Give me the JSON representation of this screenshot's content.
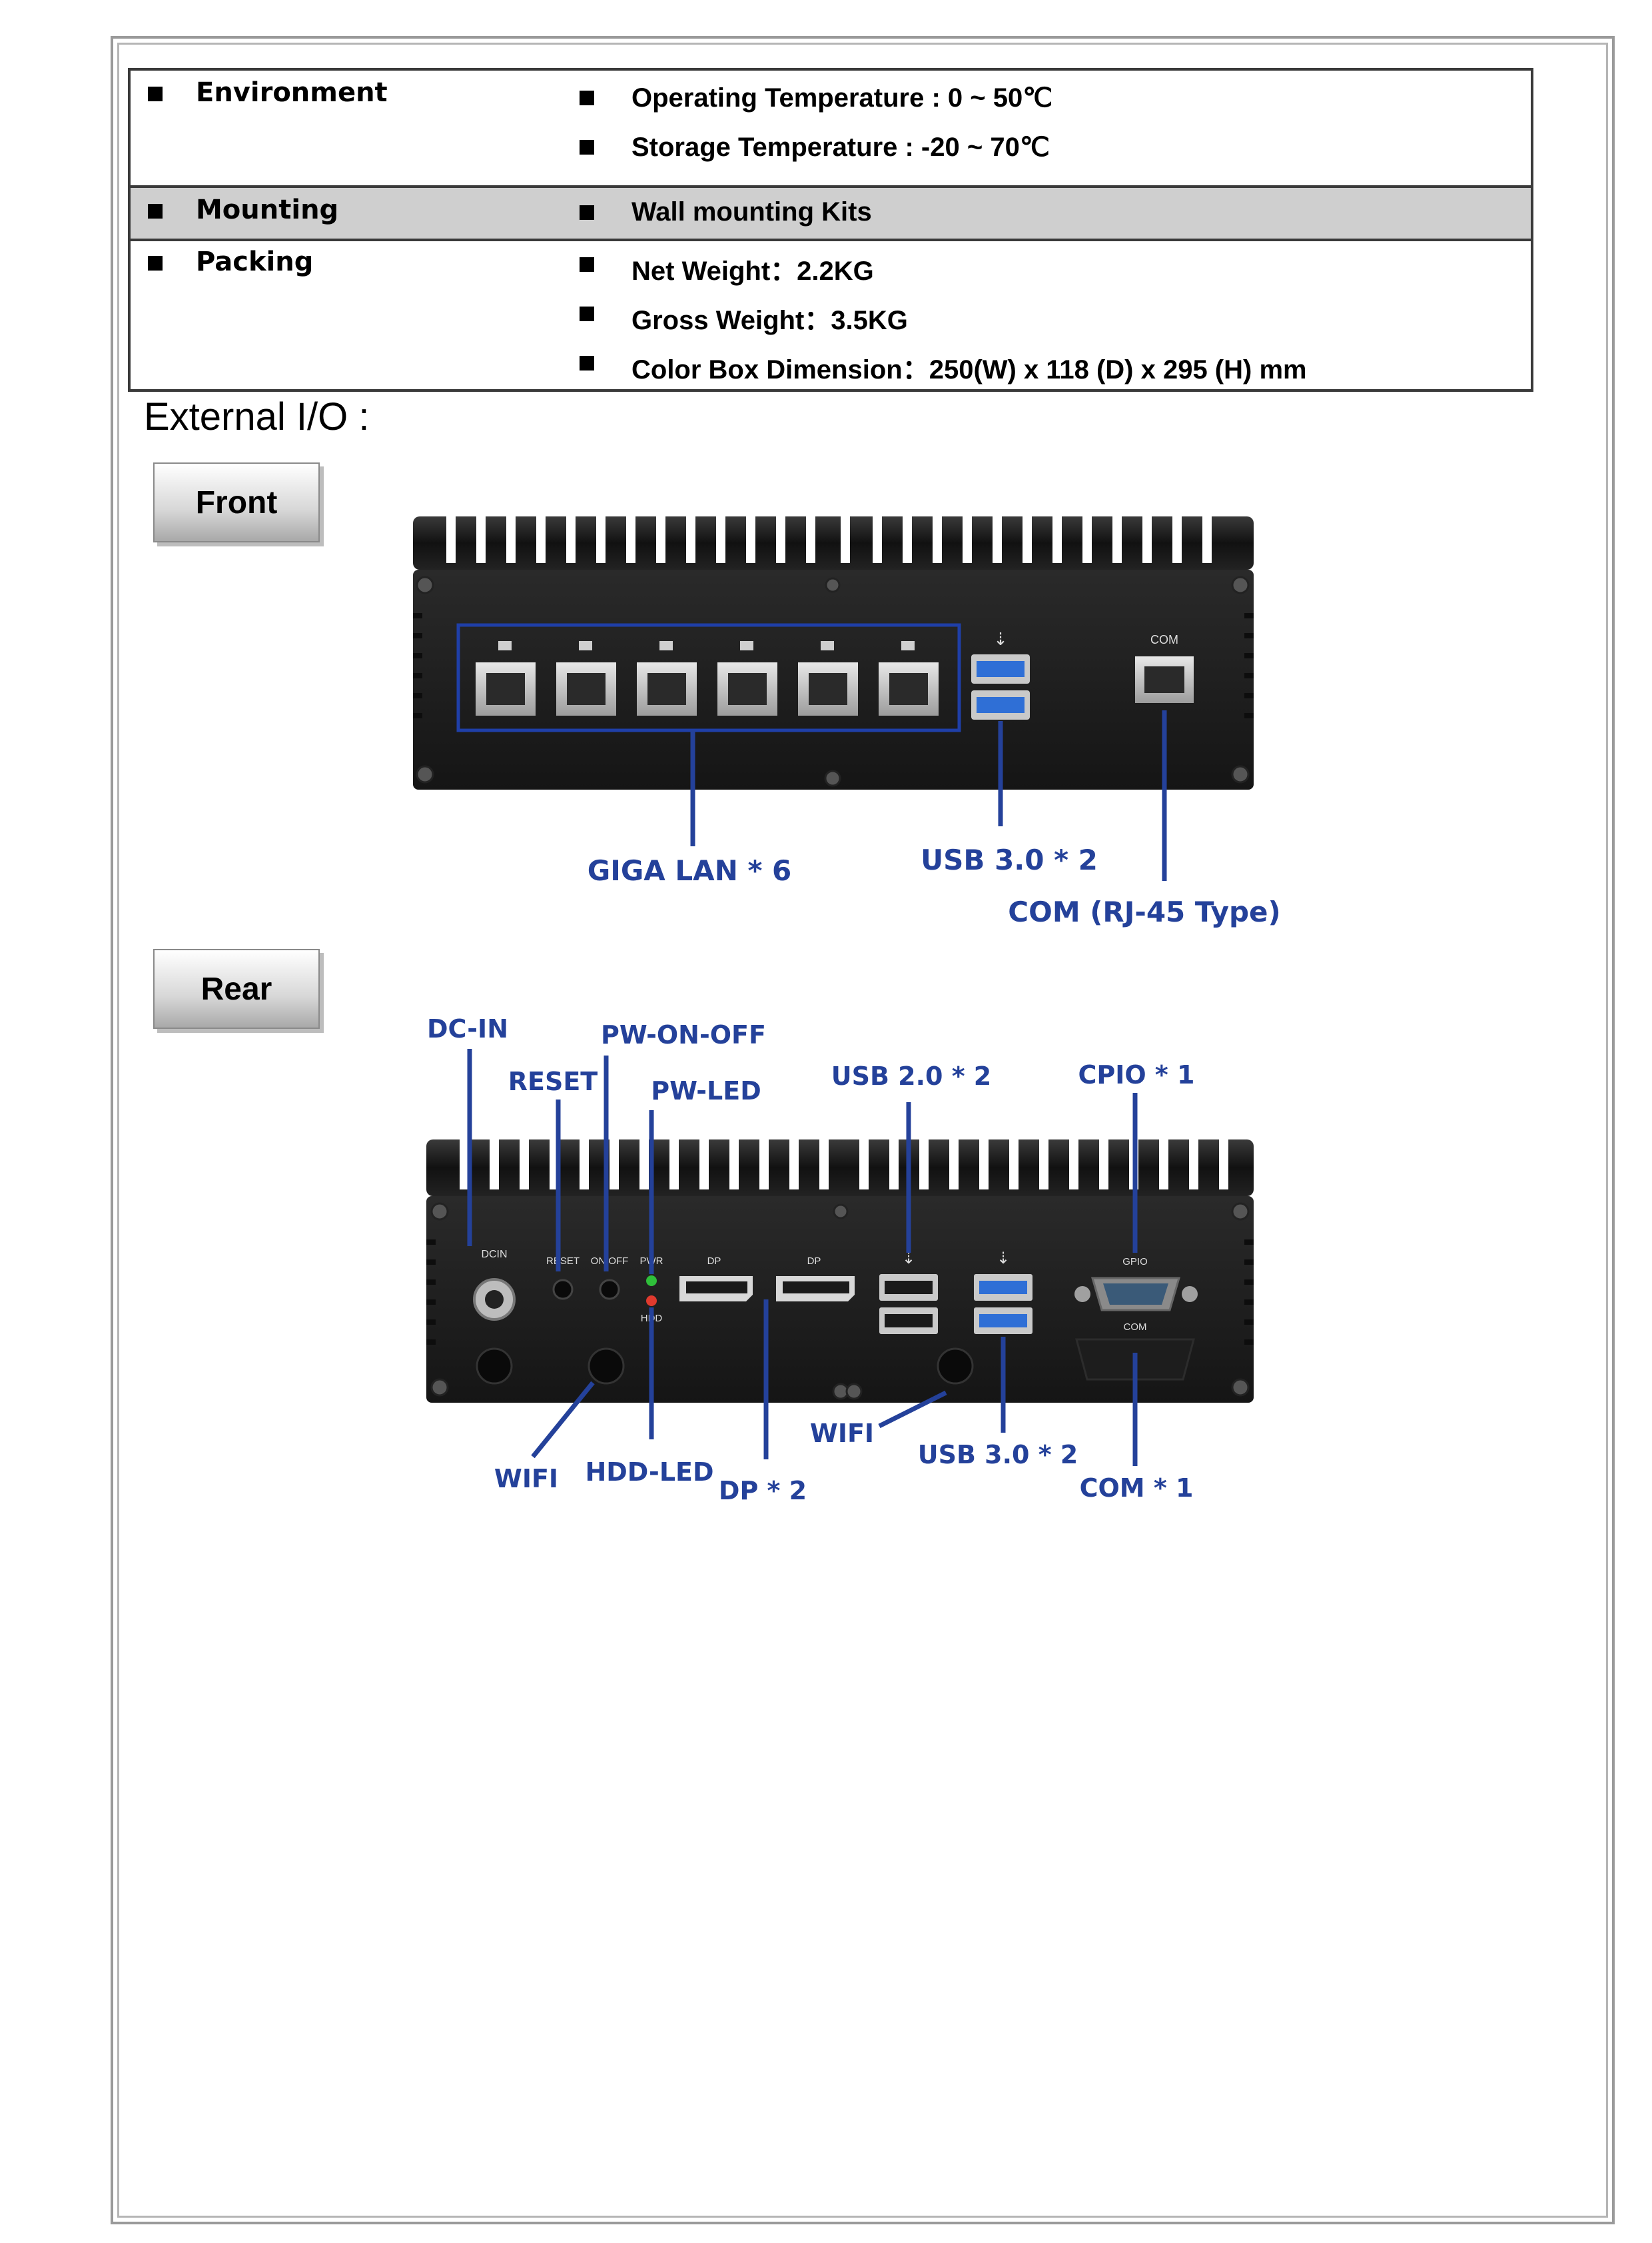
{
  "spec_table": {
    "environment": {
      "heading": "Environment",
      "values": [
        "Operating Temperature : 0 ~ 50℃",
        "Storage Temperature : -20 ~ 70℃"
      ]
    },
    "mounting": {
      "heading": "Mounting",
      "values": [
        "Wall mounting Kits"
      ]
    },
    "packing": {
      "heading": "Packing",
      "values": [
        "Net Weight：2.2KG",
        "Gross Weight：3.5KG",
        "Color Box Dimension：250(W) x 118 (D) x 295 (H) mm"
      ]
    }
  },
  "section_title": "External I/O :",
  "front": {
    "tab_label": "Front",
    "port_labels": {
      "com": "COM"
    },
    "callouts": {
      "giga_lan": "GIGA LAN * 6",
      "usb3": "USB 3.0 * 2",
      "com_rj45": "COM (RJ-45 Type)"
    }
  },
  "rear": {
    "tab_label": "Rear",
    "port_labels": {
      "dcin": "DCIN",
      "reset": "RESET",
      "onoff": "ON/OFF",
      "pwr": "PWR",
      "hdd": "HDD",
      "dp": "DP",
      "gpio": "GPIO",
      "com": "COM"
    },
    "callouts": {
      "dc_in": "DC-IN",
      "reset": "RESET",
      "pw_on_off": "PW-ON-OFF",
      "pw_led": "PW-LED",
      "usb2": "USB 2.0 * 2",
      "cpio": "CPIO * 1",
      "wifi_left": "WIFI",
      "hdd_led": "HDD-LED",
      "dp": "DP * 2",
      "wifi_right": "WIFI",
      "usb3": "USB 3.0 * 2",
      "com": "COM * 1"
    }
  },
  "colors": {
    "callout": "#24419a",
    "chassis": "#1c1c1c",
    "usb3_blue": "#2f6fd6",
    "lan_box": "#1f3fa8"
  }
}
